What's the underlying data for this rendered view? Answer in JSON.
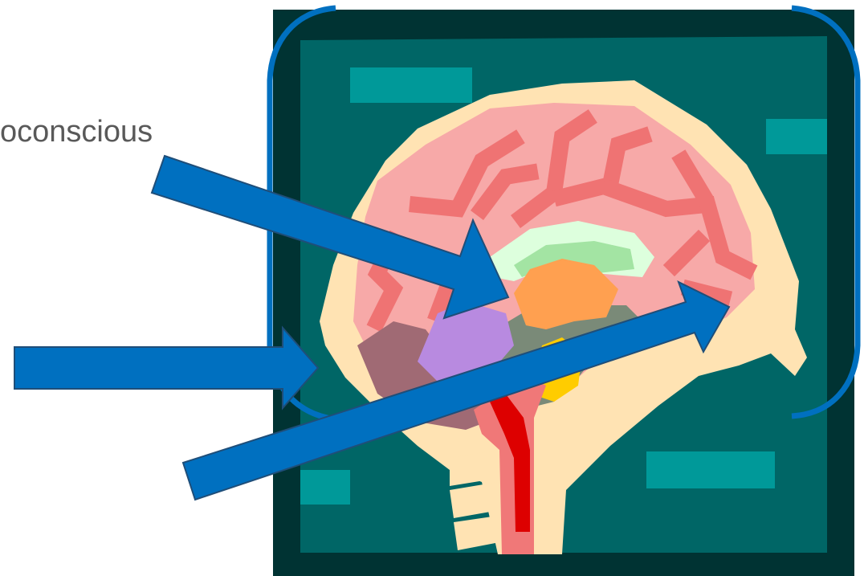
{
  "label_text": "oconscious",
  "colors": {
    "frame_outer": "#003333",
    "frame_inner": "#006666",
    "teal_block": "#009999",
    "skull": "#ffe3b3",
    "brain": "#f7a9a8",
    "sulci": "#ef7373",
    "ventricle_light": "#ddffdd",
    "ventricle": "#a3e4a3",
    "thalamus": "#ffa050",
    "purple_region": "#b88ae0",
    "cerebellum_shadow": "#a06a74",
    "grey_shadow": "#7a8a78",
    "yellow_region": "#ffcc00",
    "spinal_red": "#dd0000",
    "spinal_pink": "#f07878",
    "arrow": "#0070c0",
    "bracket": "#0070c0"
  },
  "icons": [
    "brain-illustration",
    "arrow-pointer"
  ]
}
